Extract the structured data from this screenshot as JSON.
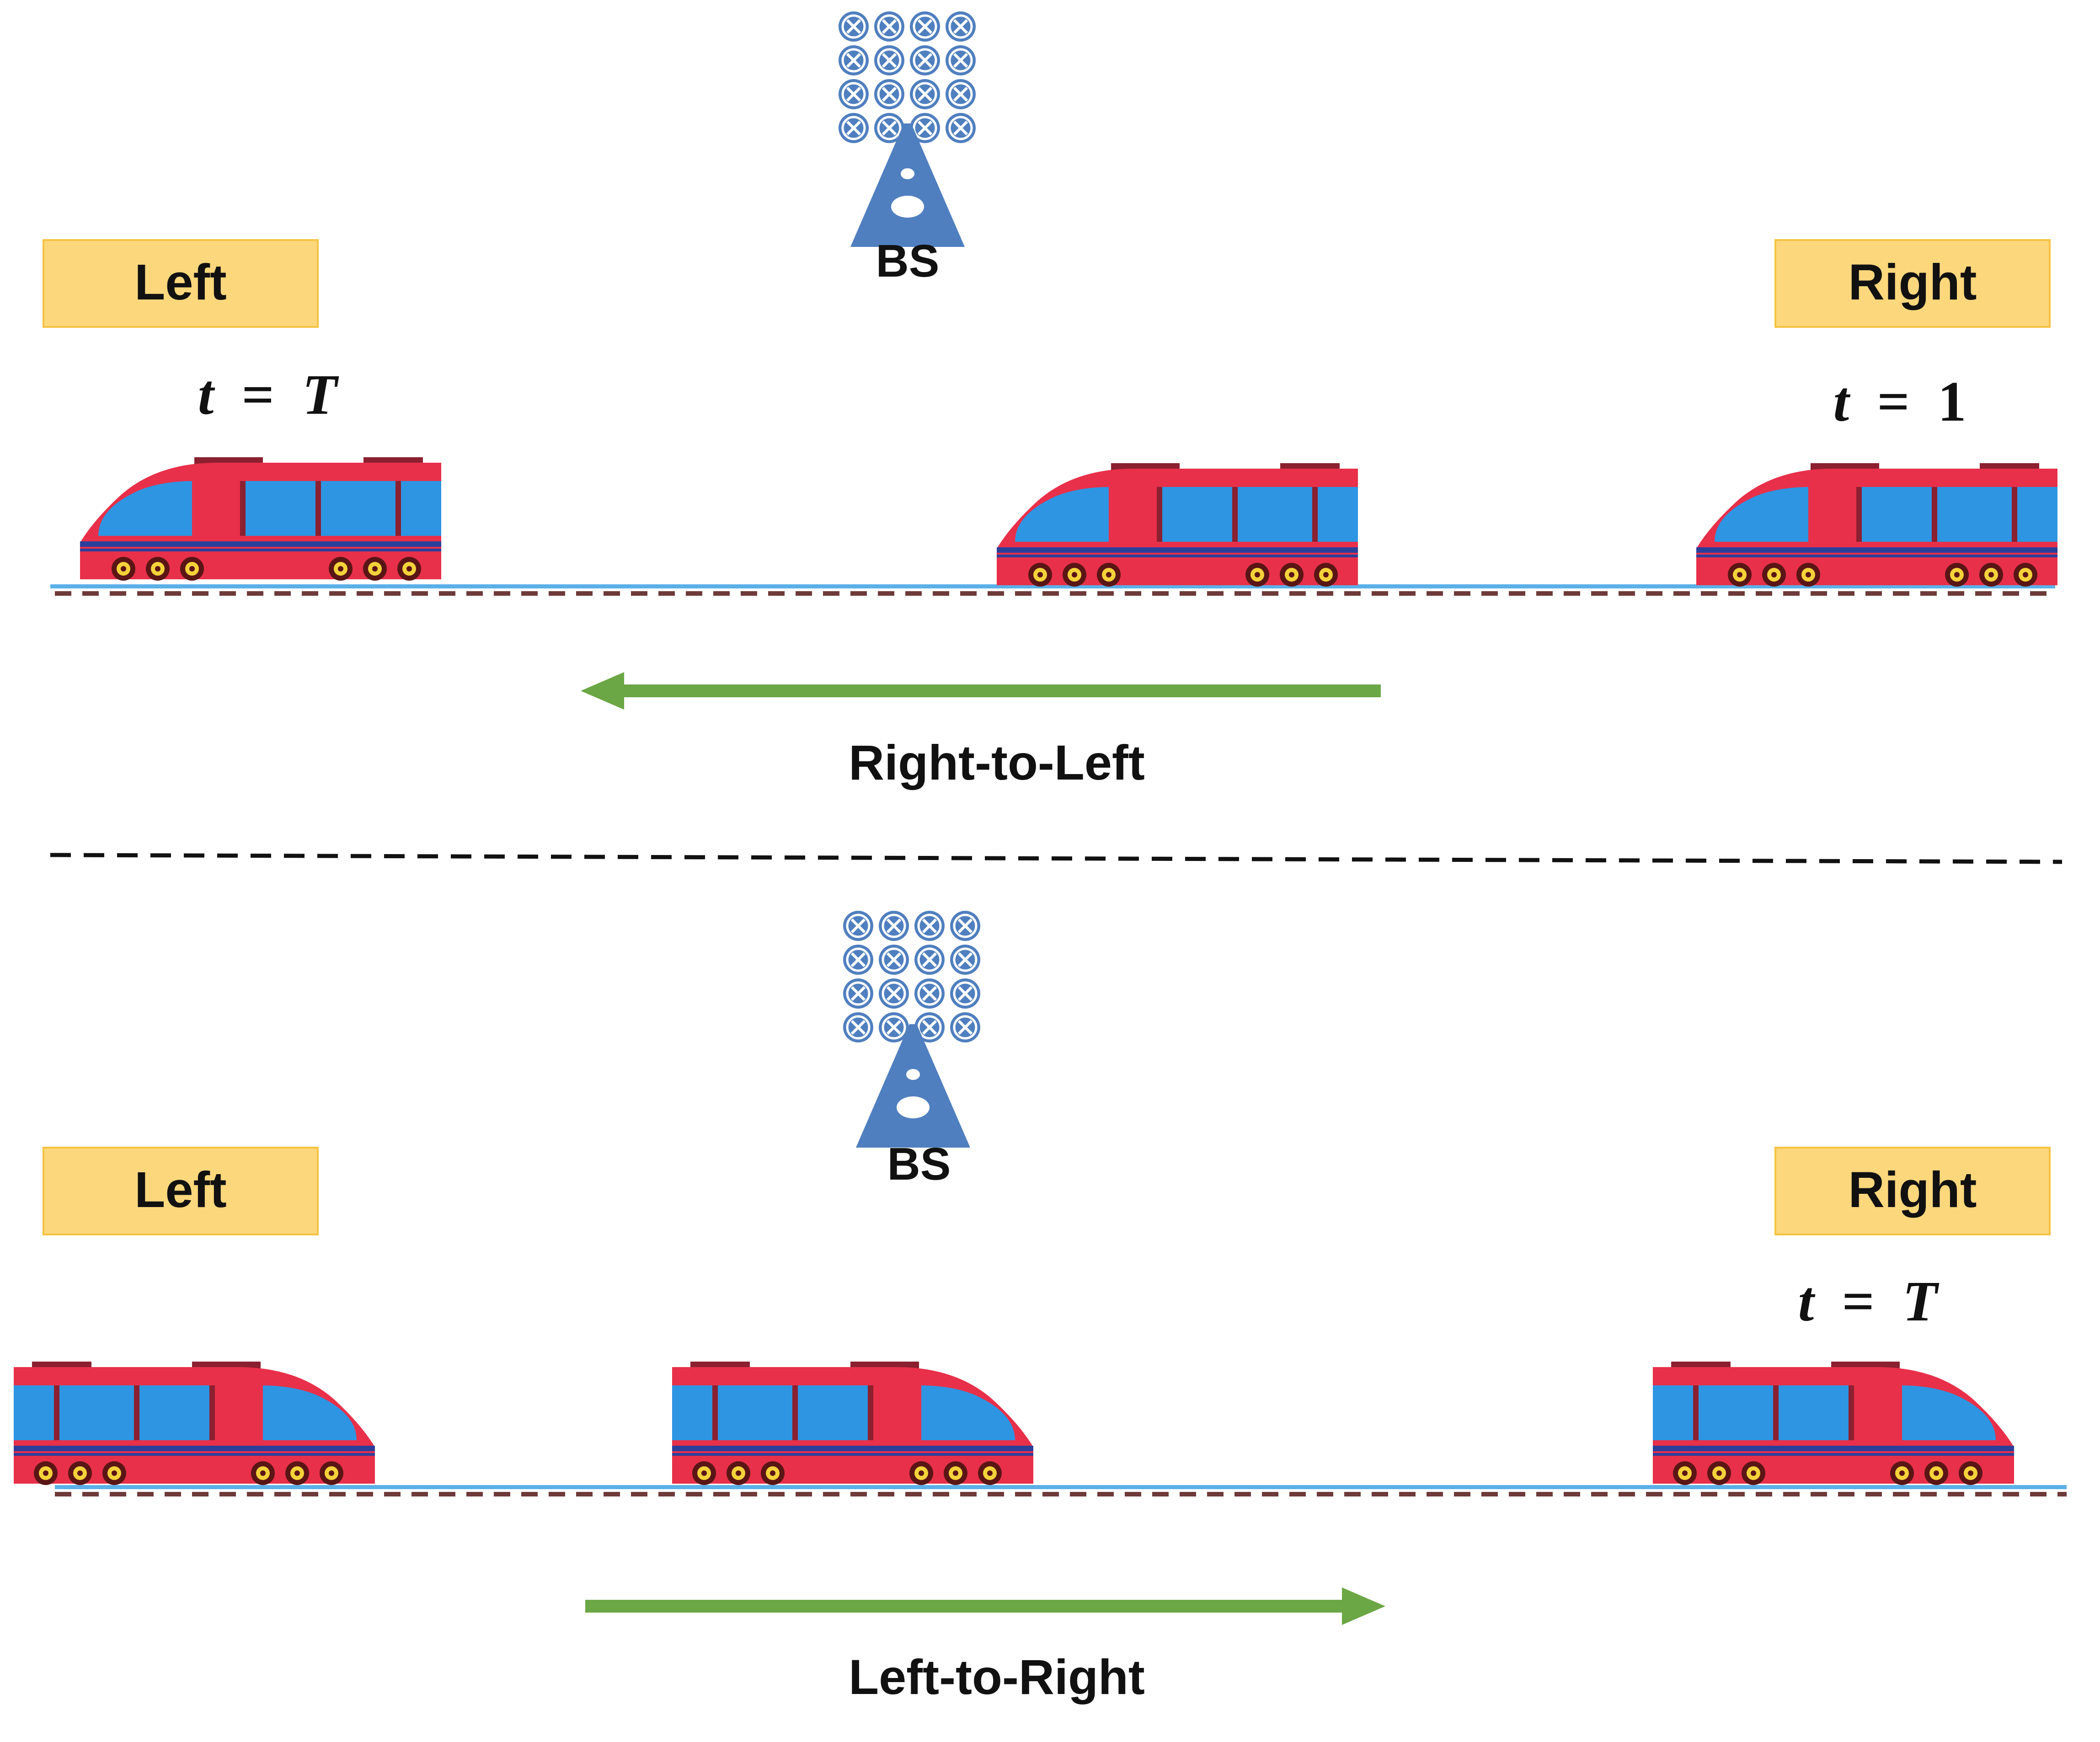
{
  "colors": {
    "label_box_fill": "#FDD77C",
    "label_box_border": "#F5C342",
    "antenna_blue": "#4F7FBF",
    "train_red": "#E8304A",
    "train_blue": "#2E95E2",
    "arrow_green": "#6BA745",
    "track_blue": "#5BB0E8",
    "track_sleeper": "#6E3A3A"
  },
  "top": {
    "bs_label": "BS",
    "left_label": "Left",
    "right_label": "Right",
    "time_left": {
      "var": "t",
      "eq": "=",
      "val": "T"
    },
    "time_right": {
      "var": "t",
      "eq": "=",
      "val": "1"
    },
    "direction_label": "Right-to-Left",
    "arrow_direction": "left"
  },
  "bottom": {
    "bs_label": "BS",
    "left_label": "Left",
    "right_label": "Right",
    "time_right": {
      "var": "t",
      "eq": "=",
      "val": "T"
    },
    "direction_label": "Left-to-Right",
    "arrow_direction": "right"
  },
  "icons": [
    "antenna-array-icon",
    "base-station-tower-icon",
    "train-icon"
  ]
}
